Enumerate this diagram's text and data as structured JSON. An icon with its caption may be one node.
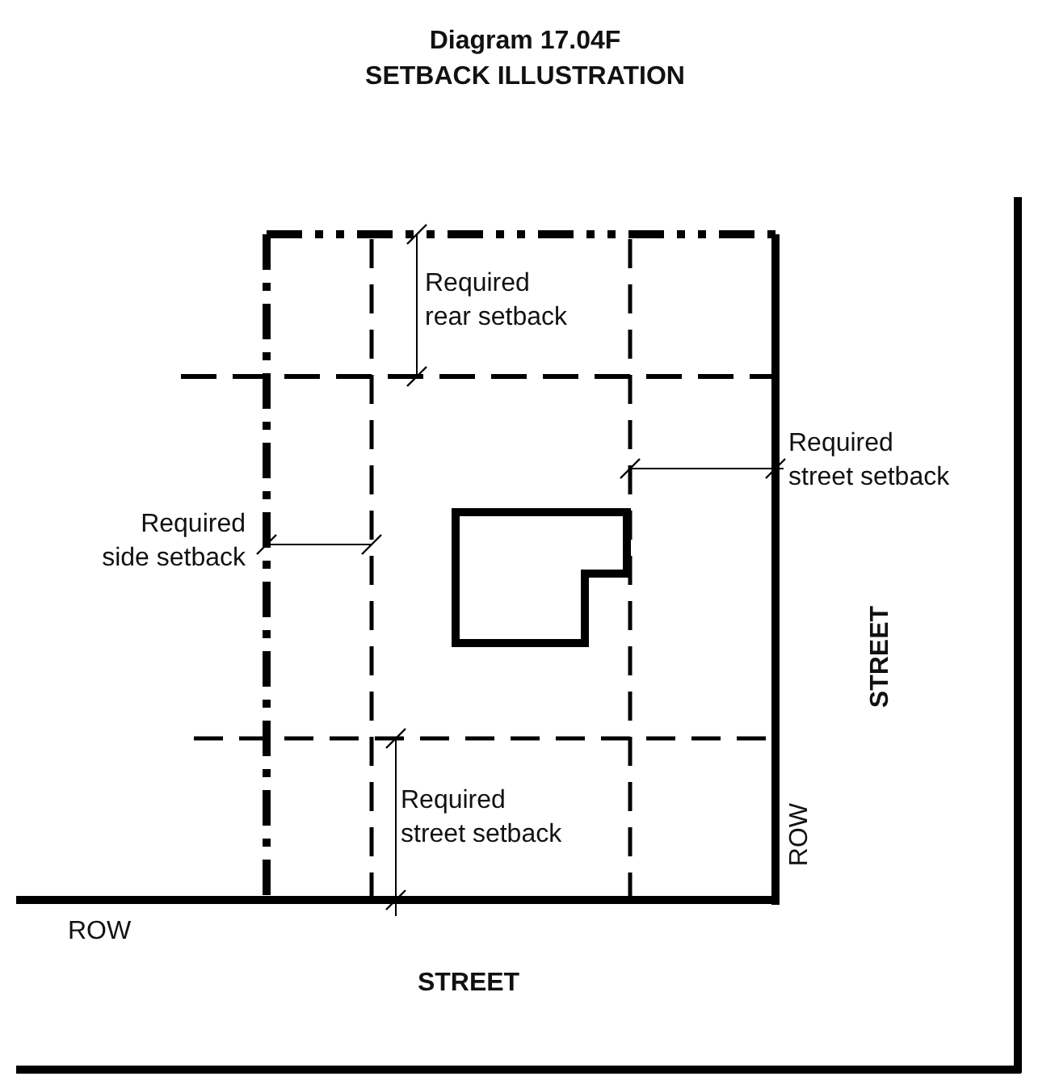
{
  "diagram": {
    "title": "Diagram 17.04F",
    "labels": [
      "SETBACK ILLUSTRATION",
      "Required rear setback",
      "Required street setback",
      "Required side setback",
      "STREET",
      "Required street setback",
      "ROW",
      "ROW",
      "STREET"
    ]
  }
}
